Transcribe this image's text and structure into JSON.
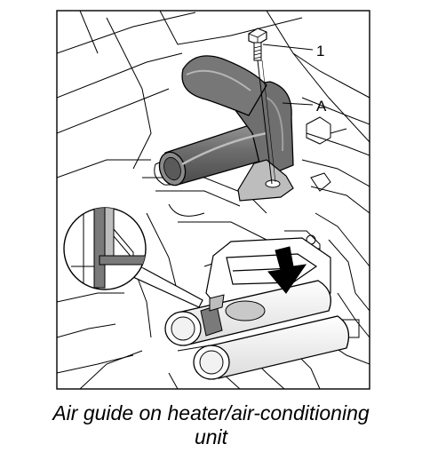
{
  "callouts": {
    "bolt_label": "1",
    "air_guide_label": "A"
  },
  "caption": {
    "line1": "Air guide on heater/air-conditioning",
    "line2": "unit"
  },
  "colors": {
    "ink": "#000000",
    "part_shading": "#7a7a7a",
    "bracket_shading": "#b0b0b0",
    "background": "#ffffff"
  }
}
